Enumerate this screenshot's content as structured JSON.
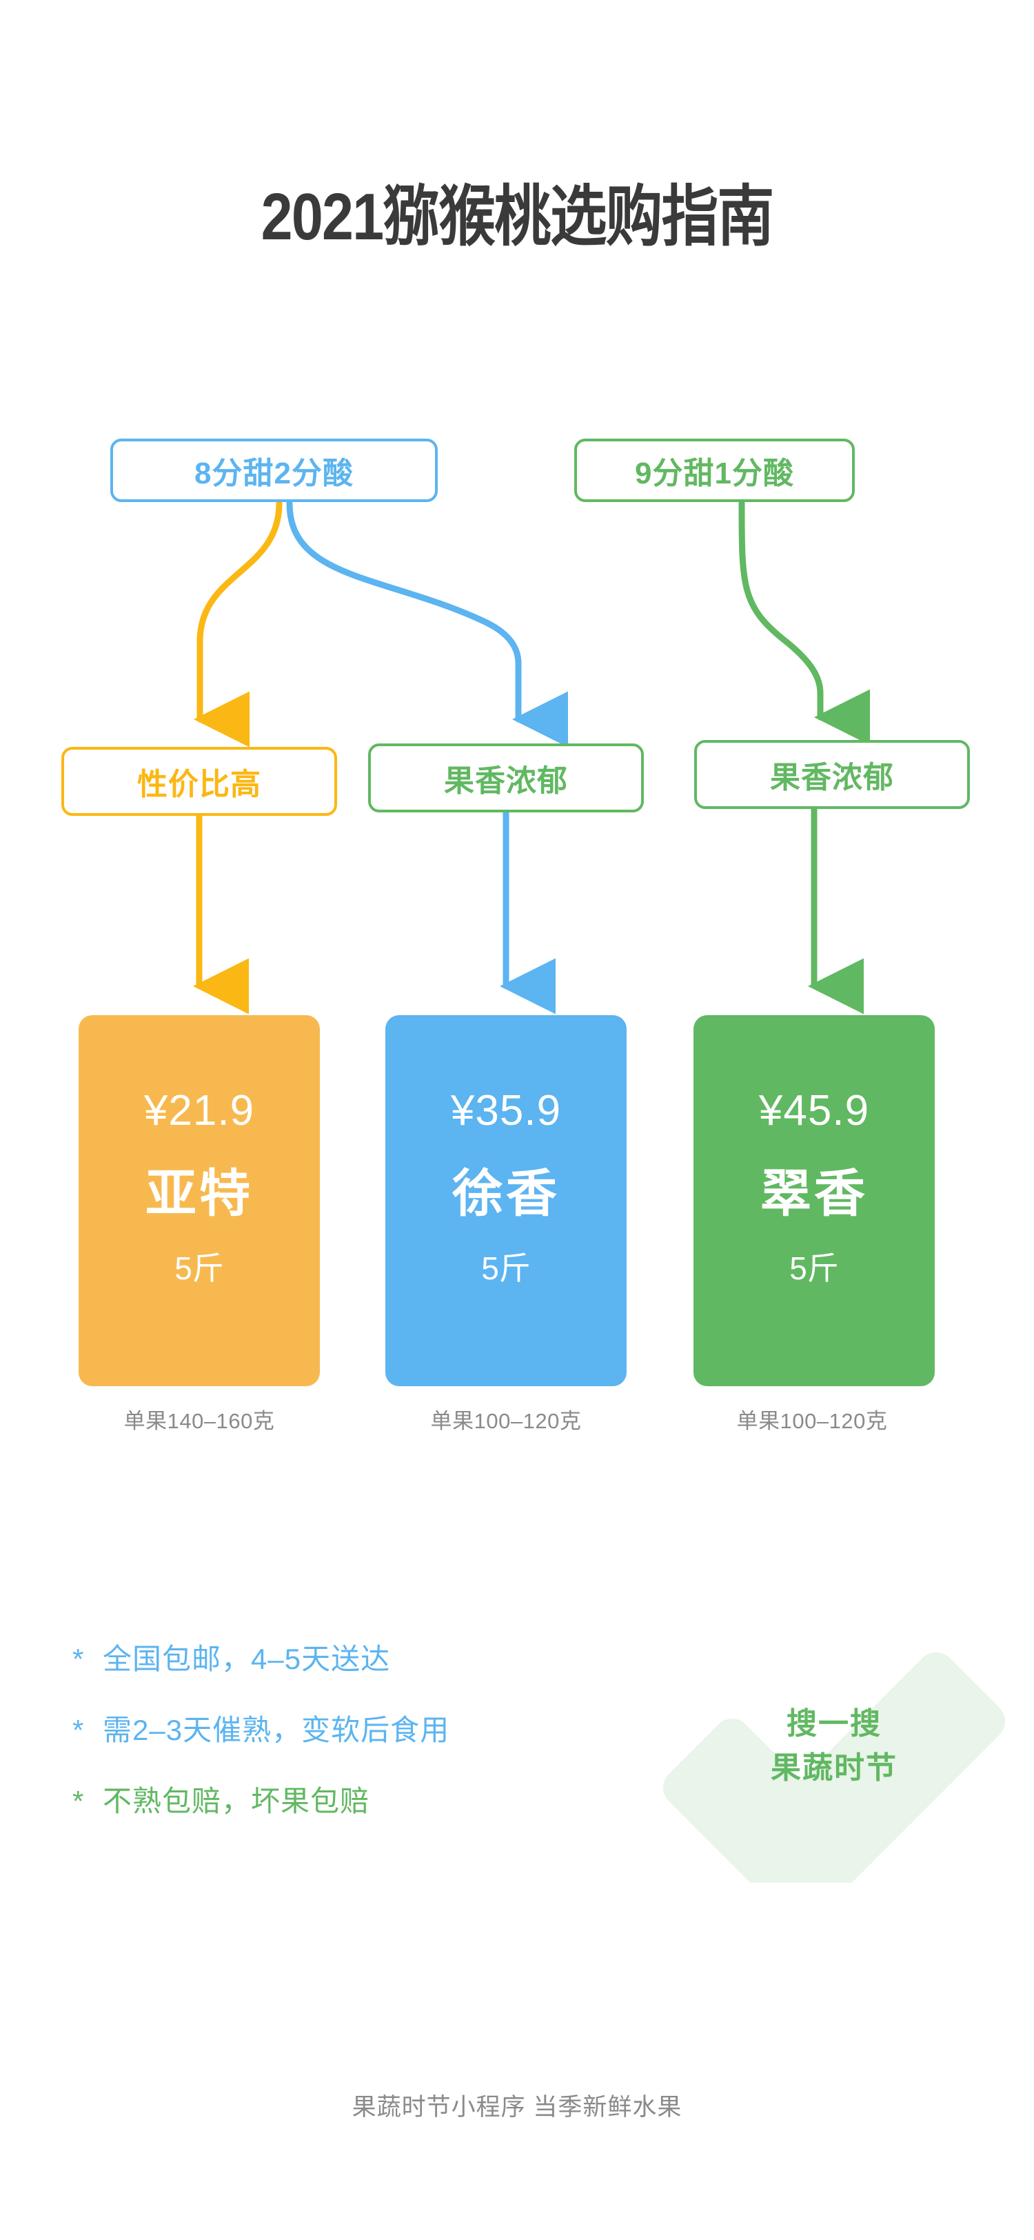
{
  "title": "2021猕猴桃选购指南",
  "colors": {
    "blue": "#5CB4F0",
    "green": "#61B862",
    "orange_line": "#FBB713",
    "card_orange": "#F7B94F",
    "card_blue": "#5CB4F0",
    "card_green": "#61B862",
    "title_gray": "#3A3A3A",
    "muted_gray": "#8A8A8A",
    "watermark_green": "#E9F4EA"
  },
  "flow": {
    "top_boxes": [
      {
        "label": "8分甜2分酸",
        "color": "blue"
      },
      {
        "label": "9分甜1分酸",
        "color": "green"
      }
    ],
    "mid_boxes": [
      {
        "label": "性价比高",
        "color": "orange"
      },
      {
        "label": "果香浓郁",
        "color": "green"
      },
      {
        "label": "果香浓郁",
        "color": "green"
      }
    ],
    "connectors": [
      {
        "from": "8分甜2分酸",
        "to": "性价比高",
        "color": "#FBB713",
        "shape": "curve-left"
      },
      {
        "from": "8分甜2分酸",
        "to": "果香浓郁",
        "color": "#5CB4F0",
        "shape": "curve-right"
      },
      {
        "from": "9分甜1分酸",
        "to": "果香浓郁",
        "color": "#61B862",
        "shape": "curve-s"
      },
      {
        "from": "性价比高",
        "to": "亚特",
        "color": "#FBB713",
        "shape": "straight"
      },
      {
        "from": "果香浓郁",
        "to": "徐香",
        "color": "#5CB4F0",
        "shape": "straight"
      },
      {
        "from": "果香浓郁",
        "to": "翠香",
        "color": "#61B862",
        "shape": "straight"
      }
    ]
  },
  "products": [
    {
      "price": "¥21.9",
      "name": "亚特",
      "unit": "5斤",
      "caption": "单果140–160克",
      "color": "orange"
    },
    {
      "price": "¥35.9",
      "name": "徐香",
      "unit": "5斤",
      "caption": "单果100–120克",
      "color": "blue"
    },
    {
      "price": "¥45.9",
      "name": "翠香",
      "unit": "5斤",
      "caption": "单果100–120克",
      "color": "green"
    }
  ],
  "notes": {
    "bullet": "*",
    "items": [
      {
        "text": "全国包邮，4–5天送达",
        "color": "blue"
      },
      {
        "text": "需2–3天催熟，变软后食用",
        "color": "blue"
      },
      {
        "text": "不熟包赔，坏果包赔",
        "color": "green"
      }
    ]
  },
  "badge": {
    "line1": "搜一搜",
    "line2": "果蔬时节",
    "icon": "check-mark-watermark"
  },
  "footer": "果蔬时节小程序  当季新鲜水果"
}
